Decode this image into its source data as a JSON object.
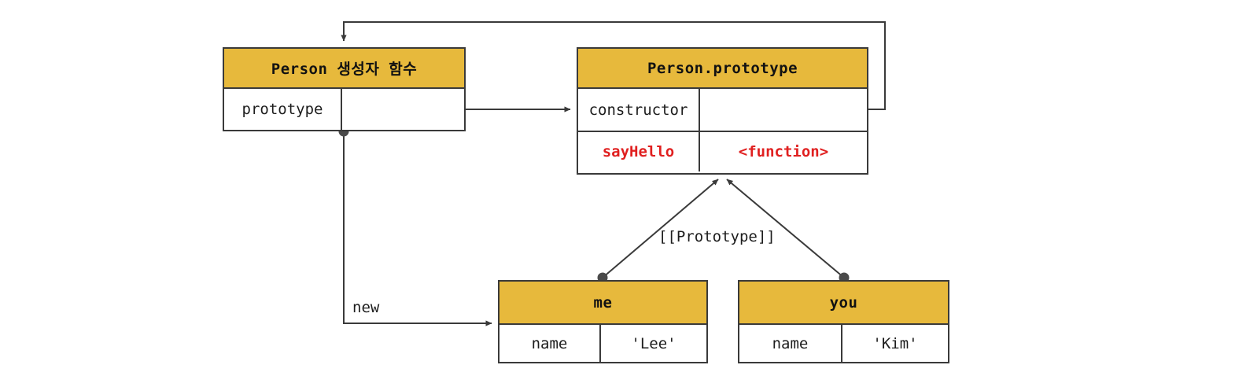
{
  "diagram": {
    "title": "JavaScript prototype chain diagram",
    "colors": {
      "header_fill": "#e7b93c",
      "stroke": "#3a3a3a",
      "text": "#1d1d1d",
      "accent_red": "#e02020",
      "background": "#ffffff"
    },
    "boxes": [
      {
        "id": "person-constructor",
        "header": "Person 생성자 함수",
        "rows": [
          {
            "key": "prototype",
            "value": ""
          }
        ]
      },
      {
        "id": "person-prototype",
        "header": "Person.prototype",
        "rows": [
          {
            "key": "constructor",
            "value": ""
          },
          {
            "key": "sayHello",
            "value": "<function>"
          }
        ]
      },
      {
        "id": "me-object",
        "header": "me",
        "rows": [
          {
            "key": "name",
            "value": "'Lee'"
          }
        ]
      },
      {
        "id": "you-object",
        "header": "you",
        "rows": [
          {
            "key": "name",
            "value": "'Kim'"
          }
        ]
      }
    ],
    "edge_labels": {
      "prototype_link": "[[Prototype]]",
      "new_operator": "new"
    }
  }
}
